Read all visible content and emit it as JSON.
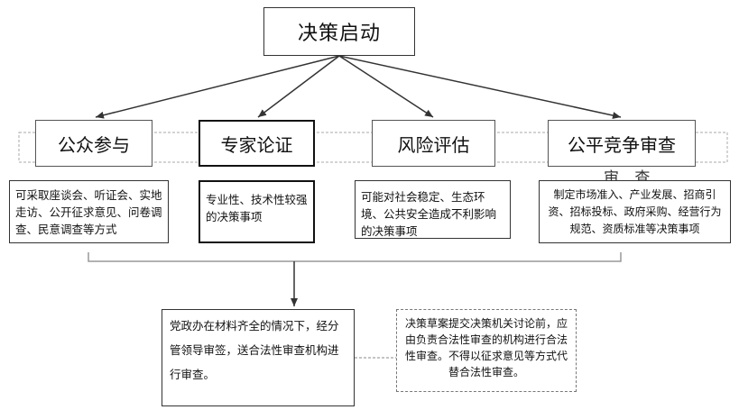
{
  "start": {
    "label": "决策启动"
  },
  "stages": [
    {
      "name": "公众参与",
      "description": "可采取座谈会、听证会、实地走访、公开征求意见、问卷调查、民意调查等方式"
    },
    {
      "name": "专家论证",
      "description": "专业性、技术性较强的决策事项"
    },
    {
      "name": "风险评估",
      "description": "可能对社会稳定、生态环境、公共安全造成不利影响的决策事项"
    },
    {
      "name": "公平竞争审查",
      "description": "制定市场准入、产业发展、招商引资、招标投标、政府采购、经营行为规范、资质标准等决策事项"
    }
  ],
  "stage_subnote": "审 查",
  "process": {
    "text": "党政办在材料齐全的情况下，经分管领导审签，送合法性审查机构进行审查。"
  },
  "note": {
    "text": "决策草案提交决策机关讨论前，应由负责合法性审查的机构进行合法性审查。不得以征求意见等方式代替合法性审查。"
  }
}
